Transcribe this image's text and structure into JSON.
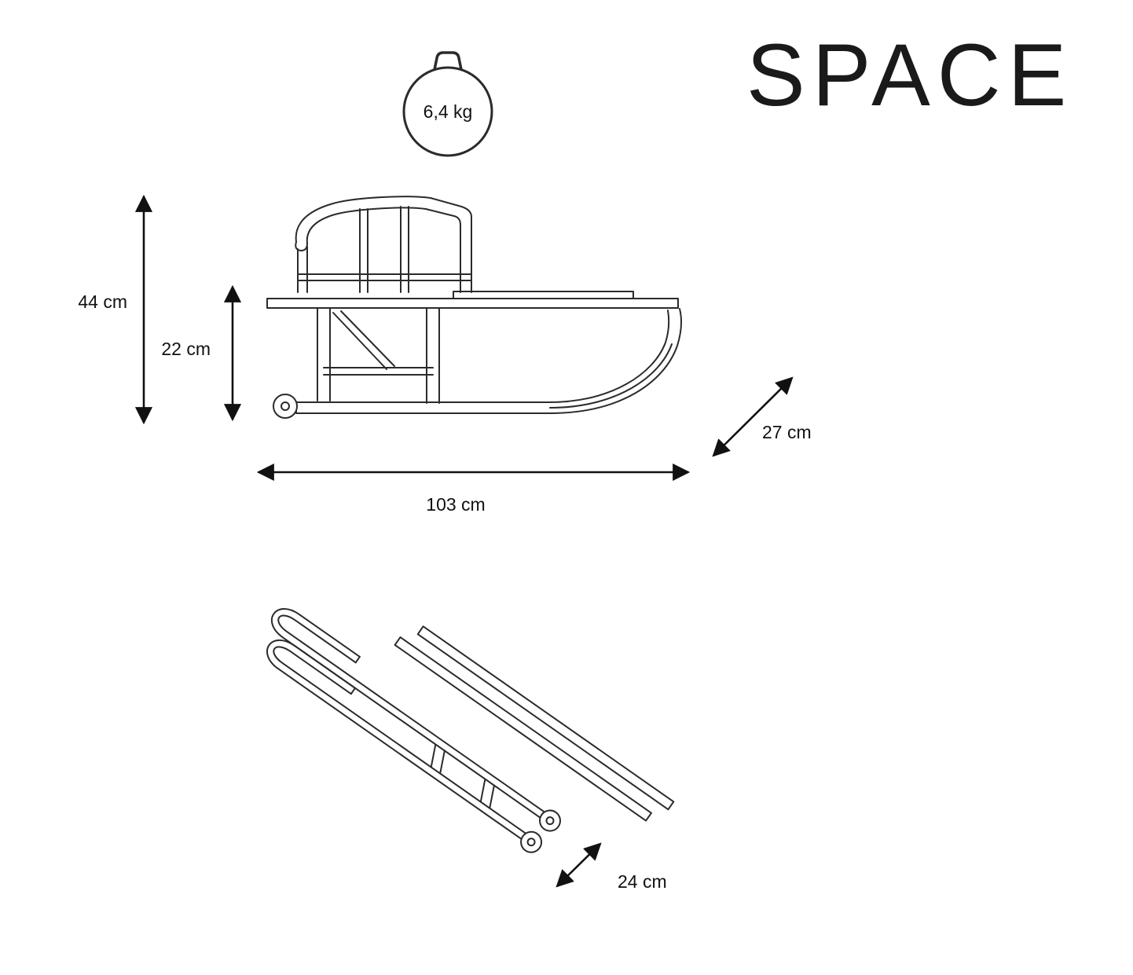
{
  "brand": "SPACE",
  "weight_badge": {
    "label": "6,4 kg"
  },
  "dimensions": {
    "total_height": "44 cm",
    "seat_height": "22 cm",
    "length": "103 cm",
    "width": "27 cm",
    "runner_width": "24 cm"
  },
  "figures": {
    "side_view": "sled-with-backrest-side-view",
    "bottom_view": "sled-runners-isometric-view"
  },
  "colors": {
    "line": "#2b2b2b",
    "dimension": "#111111",
    "background": "#ffffff",
    "text": "#111111"
  }
}
